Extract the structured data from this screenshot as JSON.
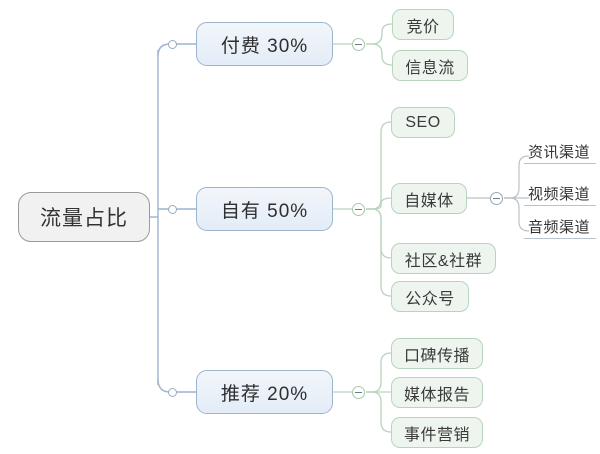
{
  "diagram": {
    "title": "流量占比",
    "type": "mindmap",
    "colors": {
      "root_fill": "#f1f1f1",
      "root_border": "#9a9a9a",
      "level2_fill": "#e8eff8",
      "level2_border": "#9cb4ce",
      "level3_fill": "#eef5ef",
      "level3_border": "#b9d4bd",
      "level4_underline": "#b9c3c9",
      "canvas": "#ffffff"
    },
    "root": {
      "label": "流量占比"
    },
    "branches": [
      {
        "label": "付费  30%",
        "name": "paid",
        "percent": "30%",
        "children": [
          {
            "label": "竞价"
          },
          {
            "label": "信息流"
          }
        ]
      },
      {
        "label": "自有  50%",
        "name": "owned",
        "percent": "50%",
        "children": [
          {
            "label": "SEO"
          },
          {
            "label": "自媒体",
            "children": [
              {
                "label": "资讯渠道"
              },
              {
                "label": "视频渠道"
              },
              {
                "label": "音频渠道"
              }
            ]
          },
          {
            "label": "社区&社群"
          },
          {
            "label": "公众号"
          }
        ]
      },
      {
        "label": "推荐  20%",
        "name": "referral",
        "percent": "20%",
        "children": [
          {
            "label": "口碑传播"
          },
          {
            "label": "媒体报告"
          },
          {
            "label": "事件营销"
          }
        ]
      }
    ],
    "toggles": {
      "collapse_glyph": "minus"
    }
  }
}
